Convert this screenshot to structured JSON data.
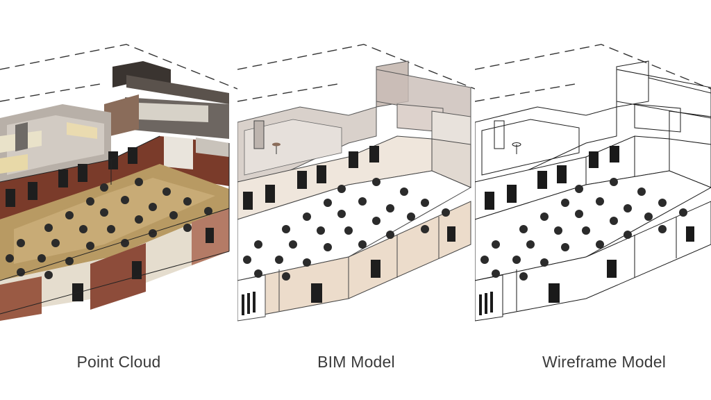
{
  "panels": [
    {
      "key": "point-cloud",
      "caption": "Point Cloud"
    },
    {
      "key": "bim-model",
      "caption": "BIM Model"
    },
    {
      "key": "wireframe-model",
      "caption": "Wireframe Model"
    }
  ],
  "colors": {
    "caption_text": "#3a3a3a",
    "point_cloud_floor": "#b89a63",
    "point_cloud_brick": "#7a3b2a",
    "bim_wall": "#ecdccb",
    "bim_roof": "#d9ccc3",
    "wireframe_line": "#1a1a1a",
    "furniture": "#2b2b2b"
  }
}
